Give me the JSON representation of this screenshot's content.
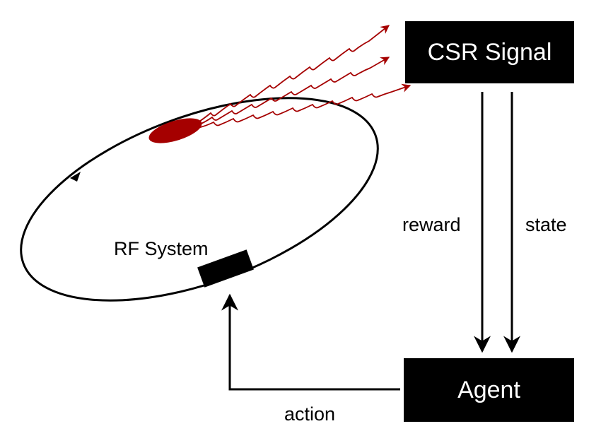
{
  "boxes": {
    "csr_signal": "CSR Signal",
    "agent": "Agent"
  },
  "labels": {
    "rf_system": "RF System",
    "reward": "reward",
    "state": "state",
    "action": "action"
  },
  "colors": {
    "beam": "#a50000",
    "line": "#000000",
    "box_fill": "#000000",
    "box_text": "#ffffff"
  }
}
